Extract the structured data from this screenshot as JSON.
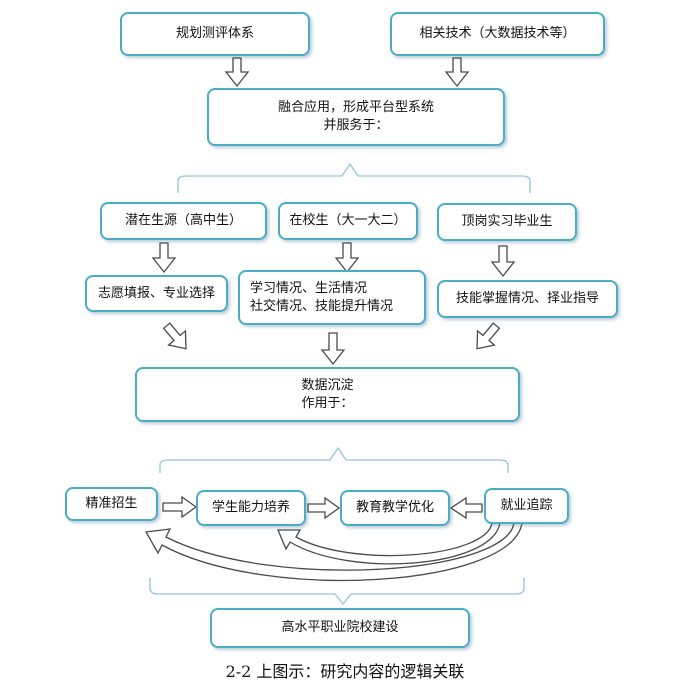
{
  "diagram": {
    "nodes": {
      "planning_eval": "规划测评体系",
      "related_tech": "相关技术（大数据技术等）",
      "platform_l1": "融合应用，形成平台型系统",
      "platform_l2": "并服务于：",
      "potential_students": "潜在生源（高中生）",
      "in_school": "在校生（大一大二）",
      "interns": "顶岗实习毕业生",
      "application": "志愿填报、专业选择",
      "learning_l1": "学习情况、生活情况",
      "learning_l2": "社交情况、技能提升情况",
      "skills_employment": "技能掌握情况、择业指导",
      "data_l1": "数据沉淀",
      "data_l2": "作用于：",
      "precise_enrollment": "精准招生",
      "ability_training": "学生能力培养",
      "teaching_optimization": "教育教学优化",
      "employment_tracking": "就业追踪",
      "high_level_college": "高水平职业院校建设"
    },
    "caption": "2-2 上图示：研究内容的逻辑关联"
  },
  "colors": {
    "node_border": "#4bacc6",
    "arrow_outline": "#4a4a4a",
    "brace": "#93c5d6"
  }
}
